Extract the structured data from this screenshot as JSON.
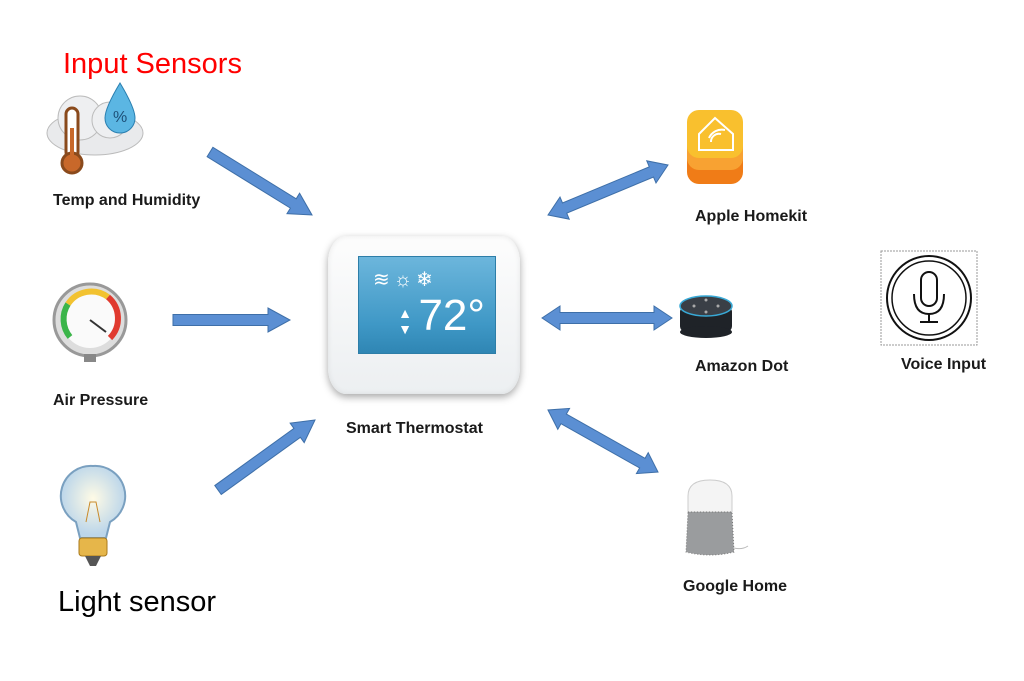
{
  "title": "Input Sensors",
  "colors": {
    "title": "#ff0000",
    "arrow_fill": "#5b8fd3",
    "arrow_stroke": "#3e6fa8"
  },
  "inputs": [
    {
      "label": "Temp and Humidity",
      "icon": "thermometer-humidity-icon"
    },
    {
      "label": "Air Pressure",
      "icon": "pressure-gauge-icon"
    },
    {
      "label": "Light sensor",
      "icon": "light-bulb-icon"
    }
  ],
  "center": {
    "label": "Smart Thermostat",
    "display_temp": "72°",
    "mode_icons": "≋☼❄",
    "updown": "▲▼"
  },
  "outputs": [
    {
      "label": "Apple Homekit",
      "icon": "homekit-icon"
    },
    {
      "label": "Amazon Dot",
      "icon": "amazon-dot-icon"
    },
    {
      "label": "Google Home",
      "icon": "google-home-icon"
    }
  ],
  "voice": {
    "label": "Voice Input",
    "icon": "microphone-icon"
  }
}
